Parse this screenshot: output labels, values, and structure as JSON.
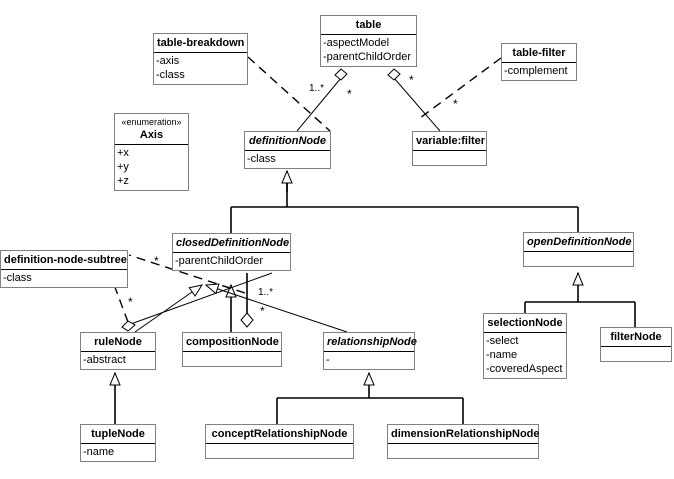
{
  "diagram": {
    "title": "UML class diagram",
    "type": "uml-class-diagram",
    "stroke_color": "#000000",
    "box_border_color": "#808080",
    "background": "#ffffff"
  },
  "classes": [
    {
      "id": "table",
      "name": "table",
      "stereotype": "",
      "abstract": false,
      "attributes": [
        "-aspectModel",
        "-parentChildOrder"
      ]
    },
    {
      "id": "table-breakdown",
      "name": "table-breakdown",
      "stereotype": "",
      "abstract": false,
      "attributes": [
        "-axis",
        "-class"
      ]
    },
    {
      "id": "table-filter",
      "name": "table-filter",
      "stereotype": "",
      "abstract": false,
      "attributes": [
        "-complement"
      ]
    },
    {
      "id": "axis-enum",
      "name": "Axis",
      "stereotype": "«enumeration»",
      "abstract": false,
      "attributes": [
        "+x",
        "+y",
        "+z"
      ]
    },
    {
      "id": "definitionNode",
      "name": "definitionNode",
      "stereotype": "",
      "abstract": true,
      "attributes": [
        "-class"
      ]
    },
    {
      "id": "variable-filter",
      "name": "variable:filter",
      "stereotype": "",
      "abstract": false,
      "attributes": []
    },
    {
      "id": "definition-node-subtree",
      "name": "definition-node-subtree",
      "stereotype": "",
      "abstract": false,
      "attributes": [
        "-class"
      ]
    },
    {
      "id": "closedDefinitionNode",
      "name": "closedDefinitionNode",
      "stereotype": "",
      "abstract": true,
      "attributes": [
        "-parentChildOrder"
      ]
    },
    {
      "id": "openDefinitionNode",
      "name": "openDefinitionNode",
      "stereotype": "",
      "abstract": true,
      "attributes": []
    },
    {
      "id": "ruleNode",
      "name": "ruleNode",
      "stereotype": "",
      "abstract": false,
      "attributes": [
        "-abstract"
      ]
    },
    {
      "id": "compositionNode",
      "name": "compositionNode",
      "stereotype": "",
      "abstract": false,
      "attributes": []
    },
    {
      "id": "relationshipNode",
      "name": "relationshipNode",
      "stereotype": "",
      "abstract": true,
      "attributes": [
        "-"
      ]
    },
    {
      "id": "selectionNode",
      "name": "selectionNode",
      "stereotype": "",
      "abstract": false,
      "attributes": [
        "-select",
        "-name",
        "-coveredAspect"
      ]
    },
    {
      "id": "filterNode",
      "name": "filterNode",
      "stereotype": "",
      "abstract": false,
      "attributes": []
    },
    {
      "id": "tupleNode",
      "name": "tupleNode",
      "stereotype": "",
      "abstract": false,
      "attributes": [
        "-name"
      ]
    },
    {
      "id": "conceptRelationshipNode",
      "name": "conceptRelationshipNode",
      "stereotype": "",
      "abstract": false,
      "attributes": []
    },
    {
      "id": "dimensionRelationshipNode",
      "name": "dimensionRelationshipNode",
      "stereotype": "",
      "abstract": false,
      "attributes": []
    }
  ],
  "multiplicities": {
    "table_breakdown_end": "1..*",
    "table_aggregation_left": "*",
    "table_aggregation_right": "*",
    "table_filter_end": "*",
    "subtree_top": "*",
    "subtree_bottom": "*",
    "closed_rule_agg": "1..*",
    "closed_composition_agg": "*"
  },
  "relations": [
    {
      "from": "table",
      "to": "definitionNode",
      "kind": "aggregation",
      "source_multiplicity": "*",
      "target_multiplicity": "1..*"
    },
    {
      "from": "table",
      "to": "variable-filter",
      "kind": "aggregation",
      "source_multiplicity": "*",
      "target_multiplicity": "*"
    },
    {
      "from": "table-breakdown",
      "to": "definitionNode",
      "kind": "dependency",
      "source_multiplicity": "",
      "target_multiplicity": ""
    },
    {
      "from": "table-filter",
      "to": "variable-filter",
      "kind": "dependency",
      "source_multiplicity": "",
      "target_multiplicity": ""
    },
    {
      "from": "closedDefinitionNode",
      "to": "definitionNode",
      "kind": "generalization",
      "source_multiplicity": "",
      "target_multiplicity": ""
    },
    {
      "from": "openDefinitionNode",
      "to": "definitionNode",
      "kind": "generalization",
      "source_multiplicity": "",
      "target_multiplicity": ""
    },
    {
      "from": "ruleNode",
      "to": "closedDefinitionNode",
      "kind": "generalization",
      "source_multiplicity": "",
      "target_multiplicity": ""
    },
    {
      "from": "compositionNode",
      "to": "closedDefinitionNode",
      "kind": "generalization",
      "source_multiplicity": "",
      "target_multiplicity": ""
    },
    {
      "from": "relationshipNode",
      "to": "closedDefinitionNode",
      "kind": "generalization",
      "source_multiplicity": "",
      "target_multiplicity": ""
    },
    {
      "from": "closedDefinitionNode",
      "to": "ruleNode",
      "kind": "aggregation",
      "source_multiplicity": "1..*",
      "target_multiplicity": ""
    },
    {
      "from": "closedDefinitionNode",
      "to": "compositionNode",
      "kind": "aggregation",
      "source_multiplicity": "*",
      "target_multiplicity": ""
    },
    {
      "from": "closedDefinitionNode",
      "to": "definition-node-subtree",
      "kind": "dependency",
      "source_multiplicity": "*",
      "target_multiplicity": ""
    },
    {
      "from": "ruleNode",
      "to": "definition-node-subtree",
      "kind": "dependency",
      "source_multiplicity": "*",
      "target_multiplicity": ""
    },
    {
      "from": "tupleNode",
      "to": "ruleNode",
      "kind": "generalization",
      "source_multiplicity": "",
      "target_multiplicity": ""
    },
    {
      "from": "selectionNode",
      "to": "openDefinitionNode",
      "kind": "generalization",
      "source_multiplicity": "",
      "target_multiplicity": ""
    },
    {
      "from": "filterNode",
      "to": "openDefinitionNode",
      "kind": "generalization",
      "source_multiplicity": "",
      "target_multiplicity": ""
    },
    {
      "from": "conceptRelationshipNode",
      "to": "relationshipNode",
      "kind": "generalization",
      "source_multiplicity": "",
      "target_multiplicity": ""
    },
    {
      "from": "dimensionRelationshipNode",
      "to": "relationshipNode",
      "kind": "generalization",
      "source_multiplicity": "",
      "target_multiplicity": ""
    }
  ]
}
